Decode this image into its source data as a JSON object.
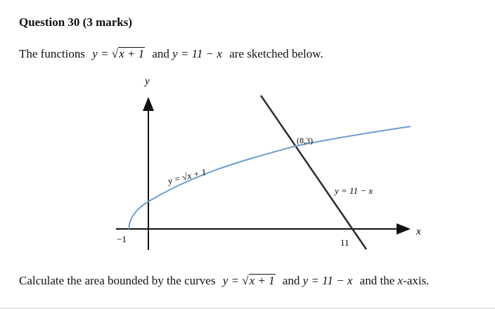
{
  "question": {
    "heading": "Question 30 (3 marks)"
  },
  "intro": {
    "before": "The functions",
    "f1_lhs": "y =",
    "f1_root": "√",
    "f1_radicand": "x + 1",
    "conj": "and",
    "f2": "y = 11 − x",
    "after": "are sketched below."
  },
  "graph": {
    "y_axis_label": "y",
    "x_axis_label": "x",
    "neg_one_label": "−1",
    "eleven_label": "11",
    "intersection_label": "(8,3)",
    "curve_label": "y = √x + 1",
    "line_label": "y = 11 − x",
    "curve_color": "#6a9fd4",
    "line_color": "#2b2b2b"
  },
  "task": {
    "before": "Calculate the area bounded by the curves",
    "f1_lhs": "y =",
    "f1_root": "√",
    "f1_radicand": "x + 1",
    "conj": "and",
    "f2": "y = 11 − x",
    "and_the": "and the",
    "x_var": "x",
    "after": "-axis."
  }
}
